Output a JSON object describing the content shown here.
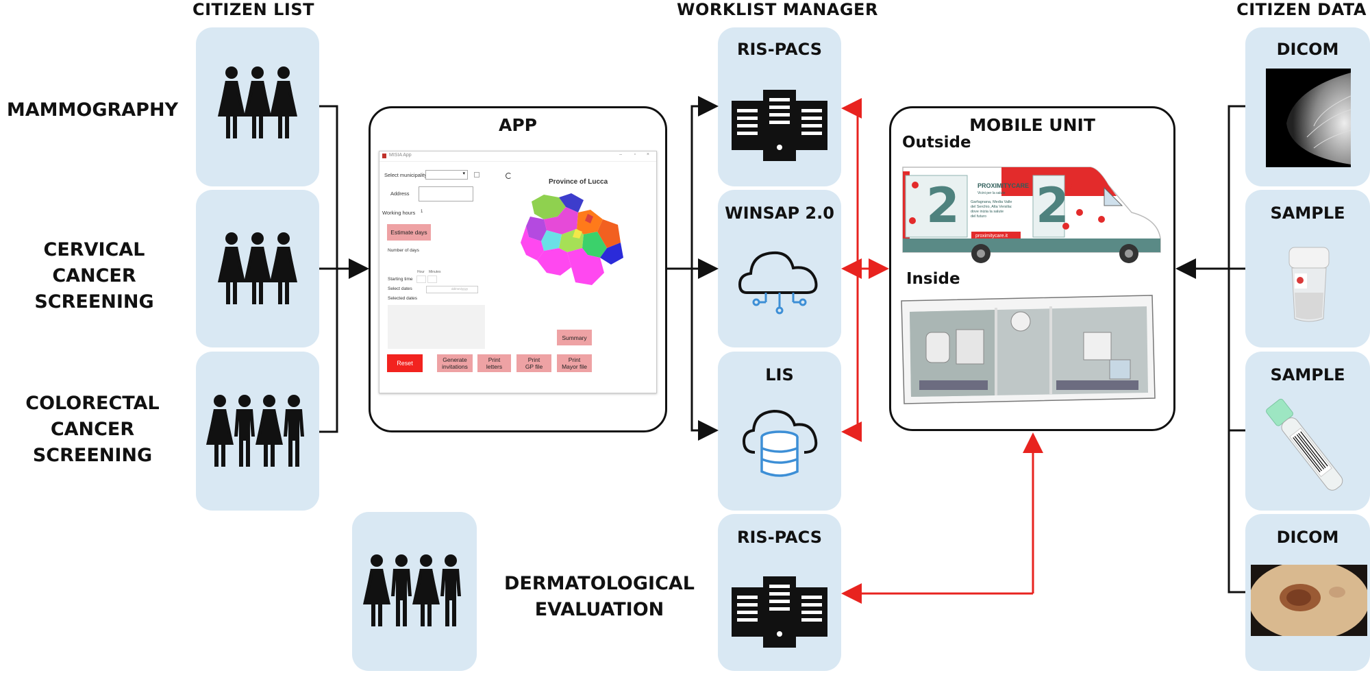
{
  "headers": {
    "citizen_list": "CITIZEN LIST",
    "worklist_manager": "WORKLIST MANAGER",
    "citizen_data": "CITIZEN DATA"
  },
  "screenings": [
    {
      "lines": [
        "MAMMOGRAPHY"
      ]
    },
    {
      "lines": [
        "CERVICAL CANCER",
        "SCREENING"
      ]
    },
    {
      "lines": [
        "COLORECTAL",
        "CANCER",
        "SCREENING"
      ]
    }
  ],
  "dermatological": {
    "lines": [
      "DERMATOLOGICAL",
      "EVALUATION"
    ]
  },
  "app": {
    "title": "APP",
    "window": {
      "title": "MISIA App",
      "select_municipality": "Select municipality",
      "address": "Address",
      "working_hours": "Working hours",
      "working_hours_value": "1",
      "estimate_days": "Estimate days",
      "number_of_days": "Number of days",
      "hour": "Hour",
      "minutes": "Minutes",
      "starting_time": "Starting time",
      "select_dates": "Select dates",
      "select_dates_placeholder": "dd/mm/yyyy",
      "selected_dates": "Selected dates",
      "map_title": "Province of Lucca",
      "summary": "Summary",
      "reset": "Reset",
      "generate_invitations": [
        "Generate",
        "invitations"
      ],
      "print_letters": [
        "Print",
        "letters"
      ],
      "print_gp_file": [
        "Print",
        "GP file"
      ],
      "print_mayor_file": [
        "Print",
        "Mayor file"
      ]
    }
  },
  "worklist": [
    {
      "title": "RIS-PACS",
      "icon": "server-icon"
    },
    {
      "title": "WINSAP 2.0",
      "icon": "cloud-network-icon"
    },
    {
      "title": "LIS",
      "icon": "cloud-database-icon"
    },
    {
      "title": "RIS-PACS",
      "icon": "server-icon"
    }
  ],
  "mobile_unit": {
    "title": "MOBILE UNIT",
    "outside": "Outside",
    "inside": "Inside",
    "van_brand": "PROXIMITYCARE",
    "van_tagline": "Vicini per la salute",
    "van_text": [
      "Garfagnana, Media Valle",
      "del Serchio, Alta Versilia:",
      "dove inizia la salute",
      "del futuro"
    ],
    "van_url": "proximitycare.it"
  },
  "citizen_data": [
    {
      "title": "DICOM",
      "icon": "mammogram-image"
    },
    {
      "title": "SAMPLE",
      "icon": "urine-container-image"
    },
    {
      "title": "SAMPLE",
      "icon": "blood-tube-image"
    },
    {
      "title": "DICOM",
      "icon": "dermoscopy-image"
    }
  ],
  "colors": {
    "card": "#d9e8f3",
    "arrow_black": "#111111",
    "arrow_red": "#e8231f",
    "icon_blue": "#3d8fd6",
    "button_pink": "#eea2a4",
    "button_red": "#f2231f"
  }
}
